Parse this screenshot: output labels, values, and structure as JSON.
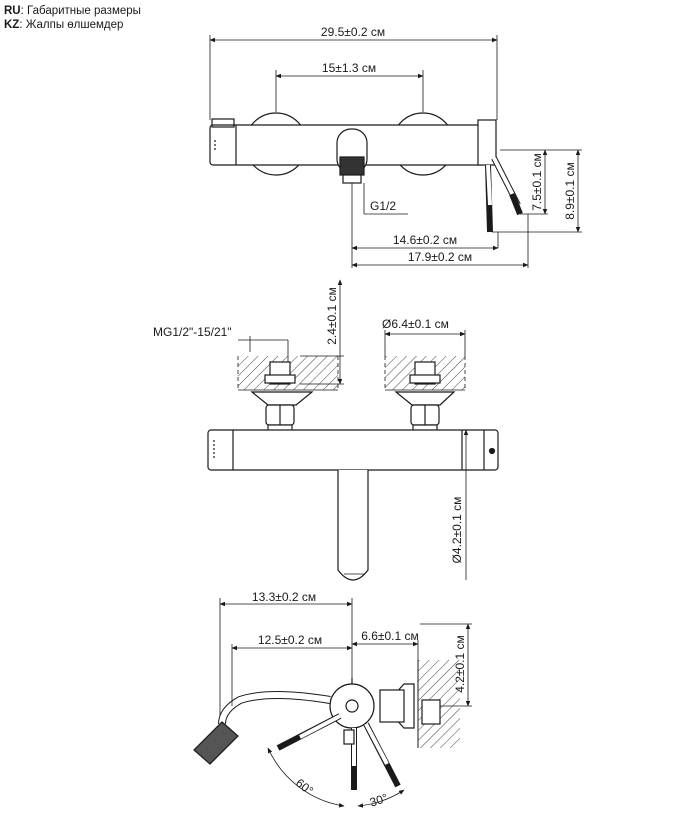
{
  "legend": {
    "ru_code": "RU",
    "ru_text": "Габаритные размеры",
    "kz_code": "KZ",
    "kz_text": "Жалпы өлшемдер"
  },
  "top_view": {
    "overall_width": "29.5±0.2 см",
    "inlet_spacing": "15±1.3 см",
    "thread": "G1/2",
    "spout_to_lever": "14.6±0.2 см",
    "spout_to_end": "17.9±0.2 см",
    "lever_height_small": "7.5±0.1 см",
    "lever_height_total": "8.9±0.1 см"
  },
  "front_view": {
    "connection_thread": "MG1/2\"-15/21\"",
    "connection_depth": "2.4±0.1 см",
    "escutcheon_diameter": "Ø6.4±0.1 см",
    "body_diameter": "Ø4.2±0.1 см"
  },
  "side_view": {
    "spout_reach_total": "13.3±0.2 см",
    "spout_reach": "12.5±0.2 см",
    "wall_to_axis": "6.6±0.1 см",
    "height": "4.2±0.1 см",
    "angle_left": "60°",
    "angle_right": "30°"
  }
}
